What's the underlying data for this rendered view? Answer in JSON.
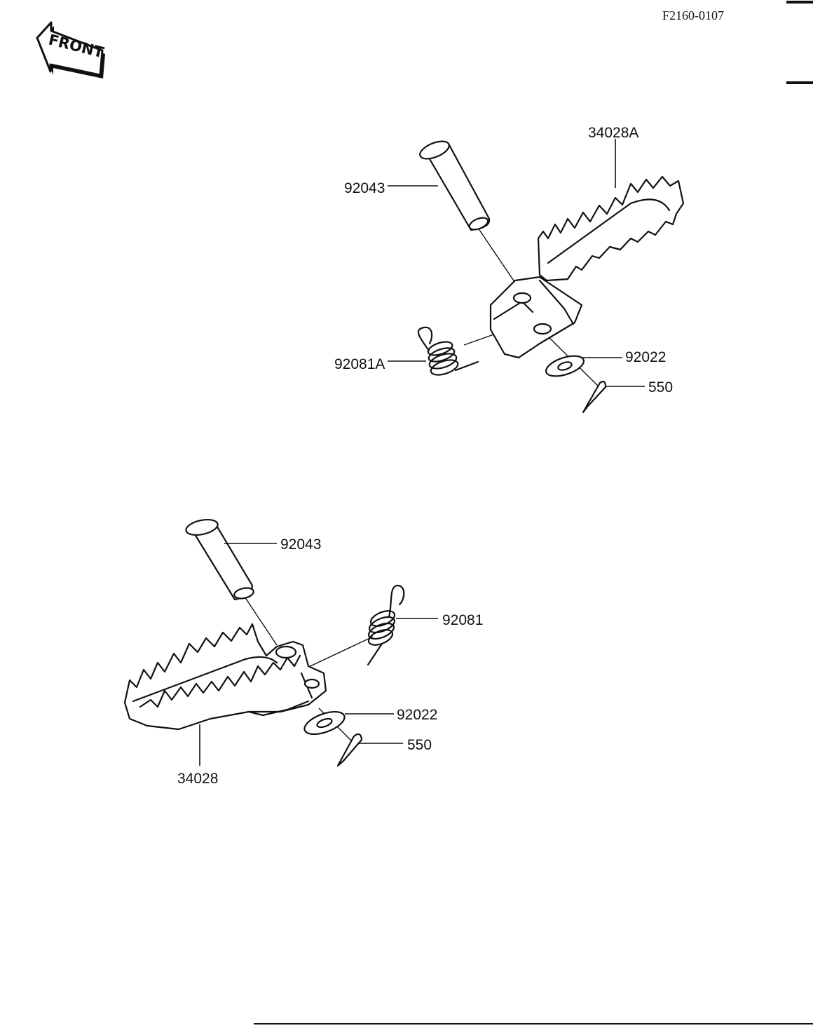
{
  "diagram_code": "F2160-0107",
  "front_badge": "FRONT",
  "top_assembly": {
    "footpeg": "34028A",
    "pin": "92043",
    "spring": "92081A",
    "washer": "92022",
    "cotter_pin": "550"
  },
  "bottom_assembly": {
    "footpeg": "34028",
    "pin": "92043",
    "spring": "92081",
    "washer": "92022",
    "cotter_pin": "550"
  }
}
